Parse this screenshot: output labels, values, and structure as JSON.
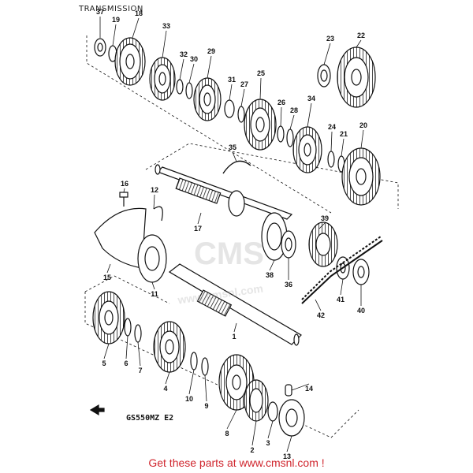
{
  "title": "TRANSMISSION",
  "model_code": "GS550MZ E2",
  "watermark": {
    "logo": "CMS",
    "url": "www.cmsnl.com"
  },
  "footer": "Get these parts at www.cmsnl.com !",
  "colors": {
    "footer_text": "#d0262e",
    "line": "#111111"
  },
  "part_numbers": [
    "37",
    "19",
    "18",
    "33",
    "32",
    "30",
    "29",
    "31",
    "27",
    "25",
    "26",
    "28",
    "34",
    "23",
    "22",
    "24",
    "21",
    "20",
    "35",
    "16",
    "12",
    "17",
    "39",
    "38",
    "36",
    "15",
    "11",
    "42",
    "41",
    "40",
    "1",
    "5",
    "6",
    "7",
    "4",
    "10",
    "9",
    "14",
    "8",
    "2",
    "3",
    "13"
  ],
  "icons": [
    "arrow-indicator-icon"
  ]
}
